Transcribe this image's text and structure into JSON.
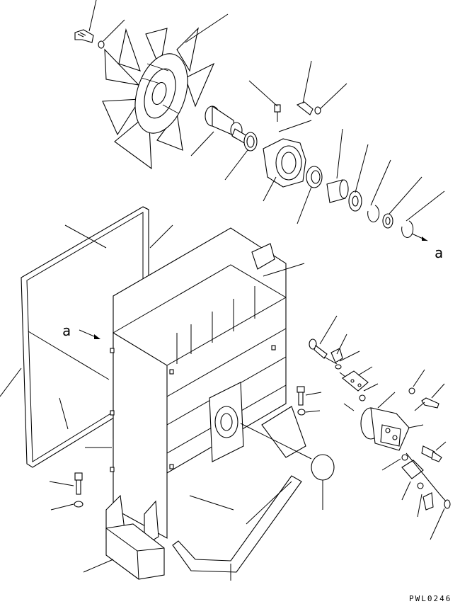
{
  "view_labels": {
    "left": "a",
    "right": "a"
  },
  "drawing_number": "PWL0246",
  "colors": {
    "ink": "#000000",
    "paper": "#ffffff"
  }
}
